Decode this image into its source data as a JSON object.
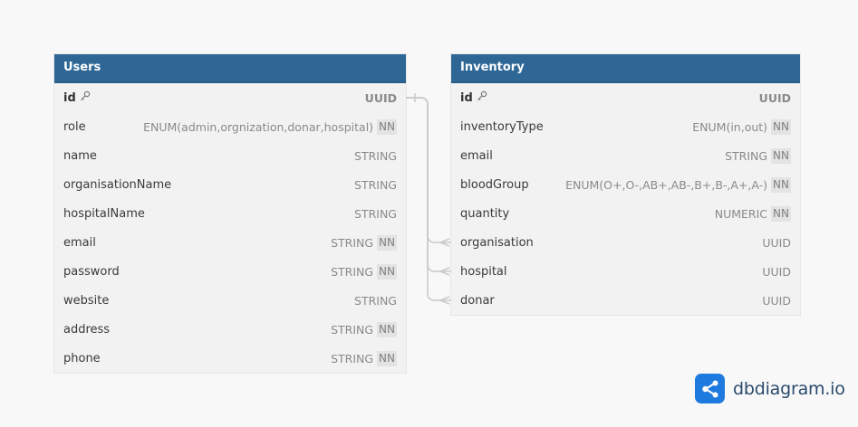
{
  "tables": [
    {
      "id": "users",
      "name": "Users",
      "fields": [
        {
          "name": "id",
          "type": "UUID",
          "pk": true,
          "nn": false
        },
        {
          "name": "role",
          "type": "ENUM(admin,orgnization,donar,hospital)",
          "pk": false,
          "nn": true
        },
        {
          "name": "name",
          "type": "STRING",
          "pk": false,
          "nn": false
        },
        {
          "name": "organisationName",
          "type": "STRING",
          "pk": false,
          "nn": false
        },
        {
          "name": "hospitalName",
          "type": "STRING",
          "pk": false,
          "nn": false
        },
        {
          "name": "email",
          "type": "STRING",
          "pk": false,
          "nn": true
        },
        {
          "name": "password",
          "type": "STRING",
          "pk": false,
          "nn": true
        },
        {
          "name": "website",
          "type": "STRING",
          "pk": false,
          "nn": false
        },
        {
          "name": "address",
          "type": "STRING",
          "pk": false,
          "nn": true
        },
        {
          "name": "phone",
          "type": "STRING",
          "pk": false,
          "nn": true
        }
      ]
    },
    {
      "id": "inventory",
      "name": "Inventory",
      "fields": [
        {
          "name": "id",
          "type": "UUID",
          "pk": true,
          "nn": false
        },
        {
          "name": "inventoryType",
          "type": "ENUM(in,out)",
          "pk": false,
          "nn": true
        },
        {
          "name": "email",
          "type": "STRING",
          "pk": false,
          "nn": true
        },
        {
          "name": "bloodGroup",
          "type": "ENUM(O+,O-,AB+,AB-,B+,B-,A+,A-)",
          "pk": false,
          "nn": true
        },
        {
          "name": "quantity",
          "type": "NUMERIC",
          "pk": false,
          "nn": true
        },
        {
          "name": "organisation",
          "type": "UUID",
          "pk": false,
          "nn": false
        },
        {
          "name": "hospital",
          "type": "UUID",
          "pk": false,
          "nn": false
        },
        {
          "name": "donar",
          "type": "UUID",
          "pk": false,
          "nn": false
        }
      ]
    }
  ],
  "nn_label": "NN",
  "relations": [
    {
      "from": "users.id",
      "to": "inventory.organisation",
      "type": "one-to-many"
    },
    {
      "from": "users.id",
      "to": "inventory.hospital",
      "type": "one-to-many"
    },
    {
      "from": "users.id",
      "to": "inventory.donar",
      "type": "one-to-many"
    }
  ],
  "brand": {
    "name": "dbdiagram.io",
    "icon": "share-nodes-icon"
  },
  "colors": {
    "header": "#2e6795",
    "body": "#f2f2f2",
    "link": "#c9c9c9",
    "brand": "#1f7ae0"
  }
}
